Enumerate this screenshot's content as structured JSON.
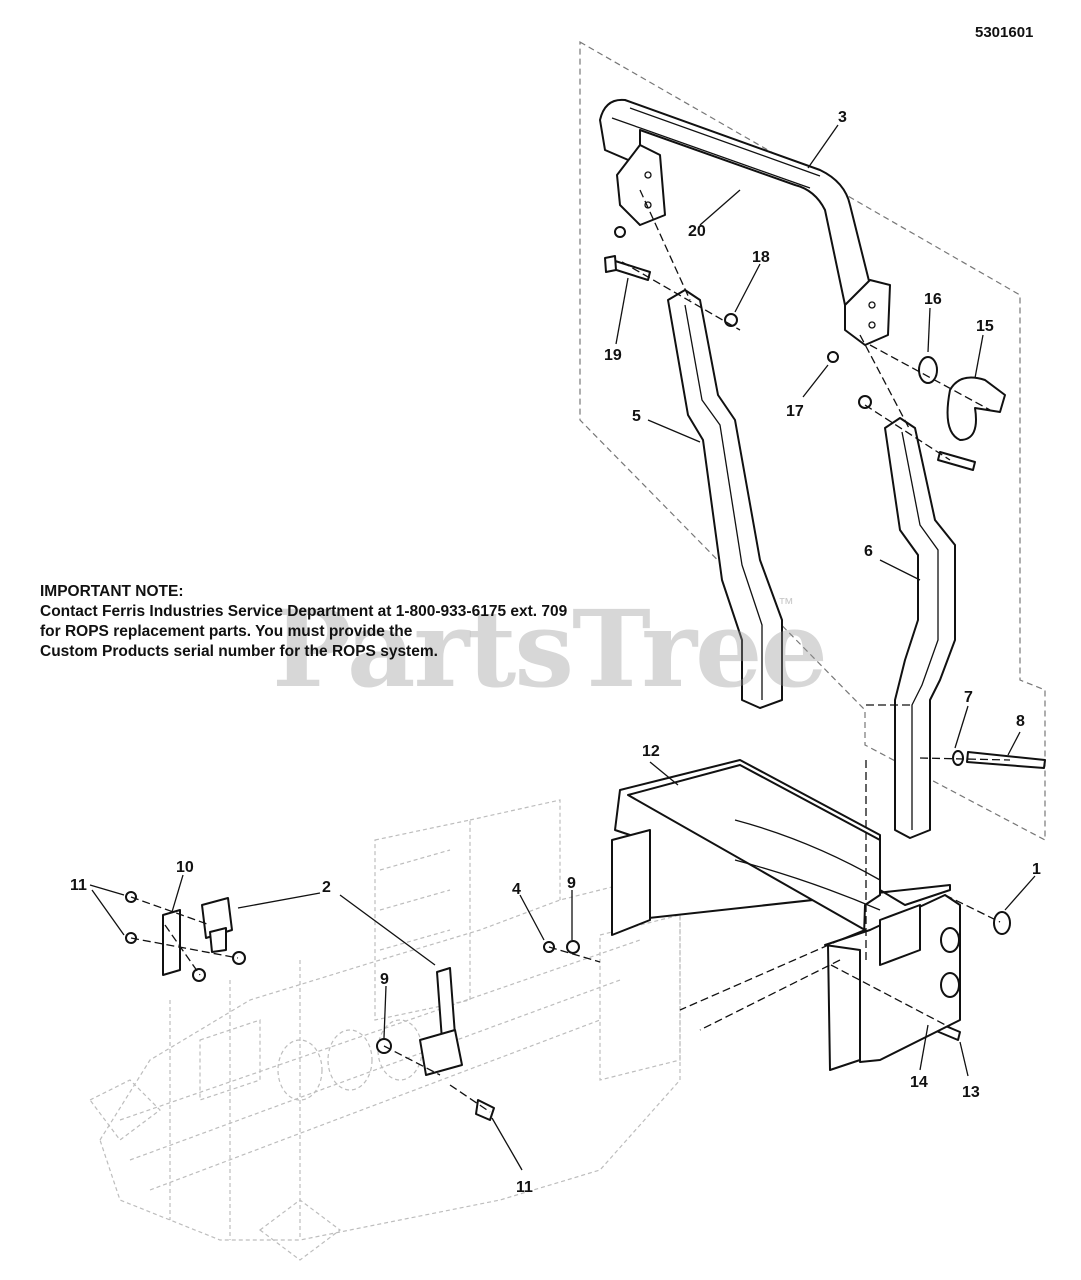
{
  "document": {
    "number": "5301601"
  },
  "note": {
    "title": "IMPORTANT NOTE:",
    "lines": [
      "Contact Ferris Industries Service Department at 1-800-933-6175 ext. 709",
      "for ROPS replacement parts. You must provide the",
      "Custom Products serial number for the ROPS system."
    ]
  },
  "watermark": {
    "text": "PartsTree",
    "trademark": "™"
  },
  "callouts": {
    "c3": "3",
    "c20": "20",
    "c18": "18",
    "c19": "19",
    "c16": "16",
    "c15": "15",
    "c17": "17",
    "c5": "5",
    "c6": "6",
    "c7": "7",
    "c8": "8",
    "c12": "12",
    "c1": "1",
    "c2": "2",
    "c10": "10",
    "c11a": "11",
    "c4": "4",
    "c9a": "9",
    "c9b": "9",
    "c14": "14",
    "c13": "13",
    "c11b": "11"
  },
  "colors": {
    "line": "#111111",
    "ghost": "#bdbdbd",
    "watermark": "#969696"
  }
}
